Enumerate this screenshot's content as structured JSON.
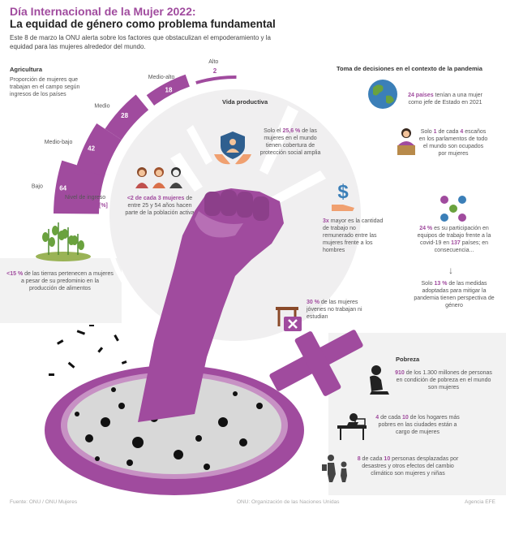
{
  "header": {
    "title": "Día Internacional de la Mujer 2022:",
    "subtitle": "La equidad de género como problema fundamental",
    "intro": "Este 8 de marzo la ONU alerta sobre los factores que obstaculizan el empoderamiento y la equidad para las mujeres alrededor del mundo."
  },
  "agricultura": {
    "title": "Agricultura",
    "description": "Proporción de mujeres que trabajan en el campo según ingresos de los países",
    "axis_label": "Nivel de ingreso",
    "unit": "[%]",
    "land_value": "<15 %",
    "land_text": " de las tierras pertenecen a mujeres a pesar de su predominio en la producción de alimentos"
  },
  "chart_data": {
    "type": "bar",
    "categories": [
      "Bajo",
      "Medio-bajo",
      "Medio",
      "Medio-alto",
      "Alto"
    ],
    "values": [
      64,
      42,
      28,
      18,
      2
    ],
    "xlabel": "Nivel de ingreso",
    "ylabel": "[%]"
  },
  "vida": {
    "title": "Vida productiva",
    "protection_pre": "Solo el ",
    "protection_value": "25,6 %",
    "protection_post": " de las mujeres en el mundo tienen cobertura de protección social amplia",
    "active_value": "<2 de cada 3 mujeres",
    "active_text": " de entre 25 y 54 años hacen parte de la población activa",
    "unpaid_value": "3x",
    "unpaid_text": " mayor es la cantidad de trabajo no remunerado entre las mujeres frente a los hombres",
    "young_value": "30 %",
    "young_text": " de las mujeres jóvenes no trabajan ni estudian"
  },
  "decisiones": {
    "title": "Toma de decisiones en el contexto de la pandemia",
    "heads_value": "24 países",
    "heads_text": " tenían a una mujer como jefe de Estado en 2021",
    "seats_pre": "Solo ",
    "seats_v1": "1",
    "seats_mid": " de cada ",
    "seats_v2": "4",
    "seats_post": " escaños en los parlamentos de todo el mundo son ocupados por mujeres",
    "covid_v1": "24 %",
    "covid_mid": " es su participación en equipos de trabajo frente a la covid-19 en ",
    "covid_v2": "137",
    "covid_post": " países; en consecuencia...",
    "arrow": "↓",
    "measures_pre": "Solo ",
    "measures_value": "13 %",
    "measures_post": " de las medidas adoptadas para mitigar la pandemia tienen perspectiva de género"
  },
  "pobreza": {
    "title": "Pobreza",
    "poor_value": "910",
    "poor_text": " de los 1.300 millones de personas en condición de pobreza en el mundo son mujeres",
    "homes_v1": "4",
    "homes_mid": " de cada ",
    "homes_v2": "10",
    "homes_post": " de los hogares más pobres en las ciudades están a cargo de mujeres",
    "displaced_v1": "8",
    "displaced_mid": " de cada ",
    "displaced_v2": "10",
    "displaced_post": " personas desplazadas por desastres y otros efectos del cambio climático son mujeres y niñas"
  },
  "footer": {
    "source": "Fuente: ONU / ONU Mujeres",
    "org": "ONU: Organización de las Naciones Unidas",
    "agency": "Agencia EFE"
  },
  "colors": {
    "accent": "#a04b9e",
    "light_purple": "#b76fb5",
    "gray_bg": "#f0f0f0"
  }
}
